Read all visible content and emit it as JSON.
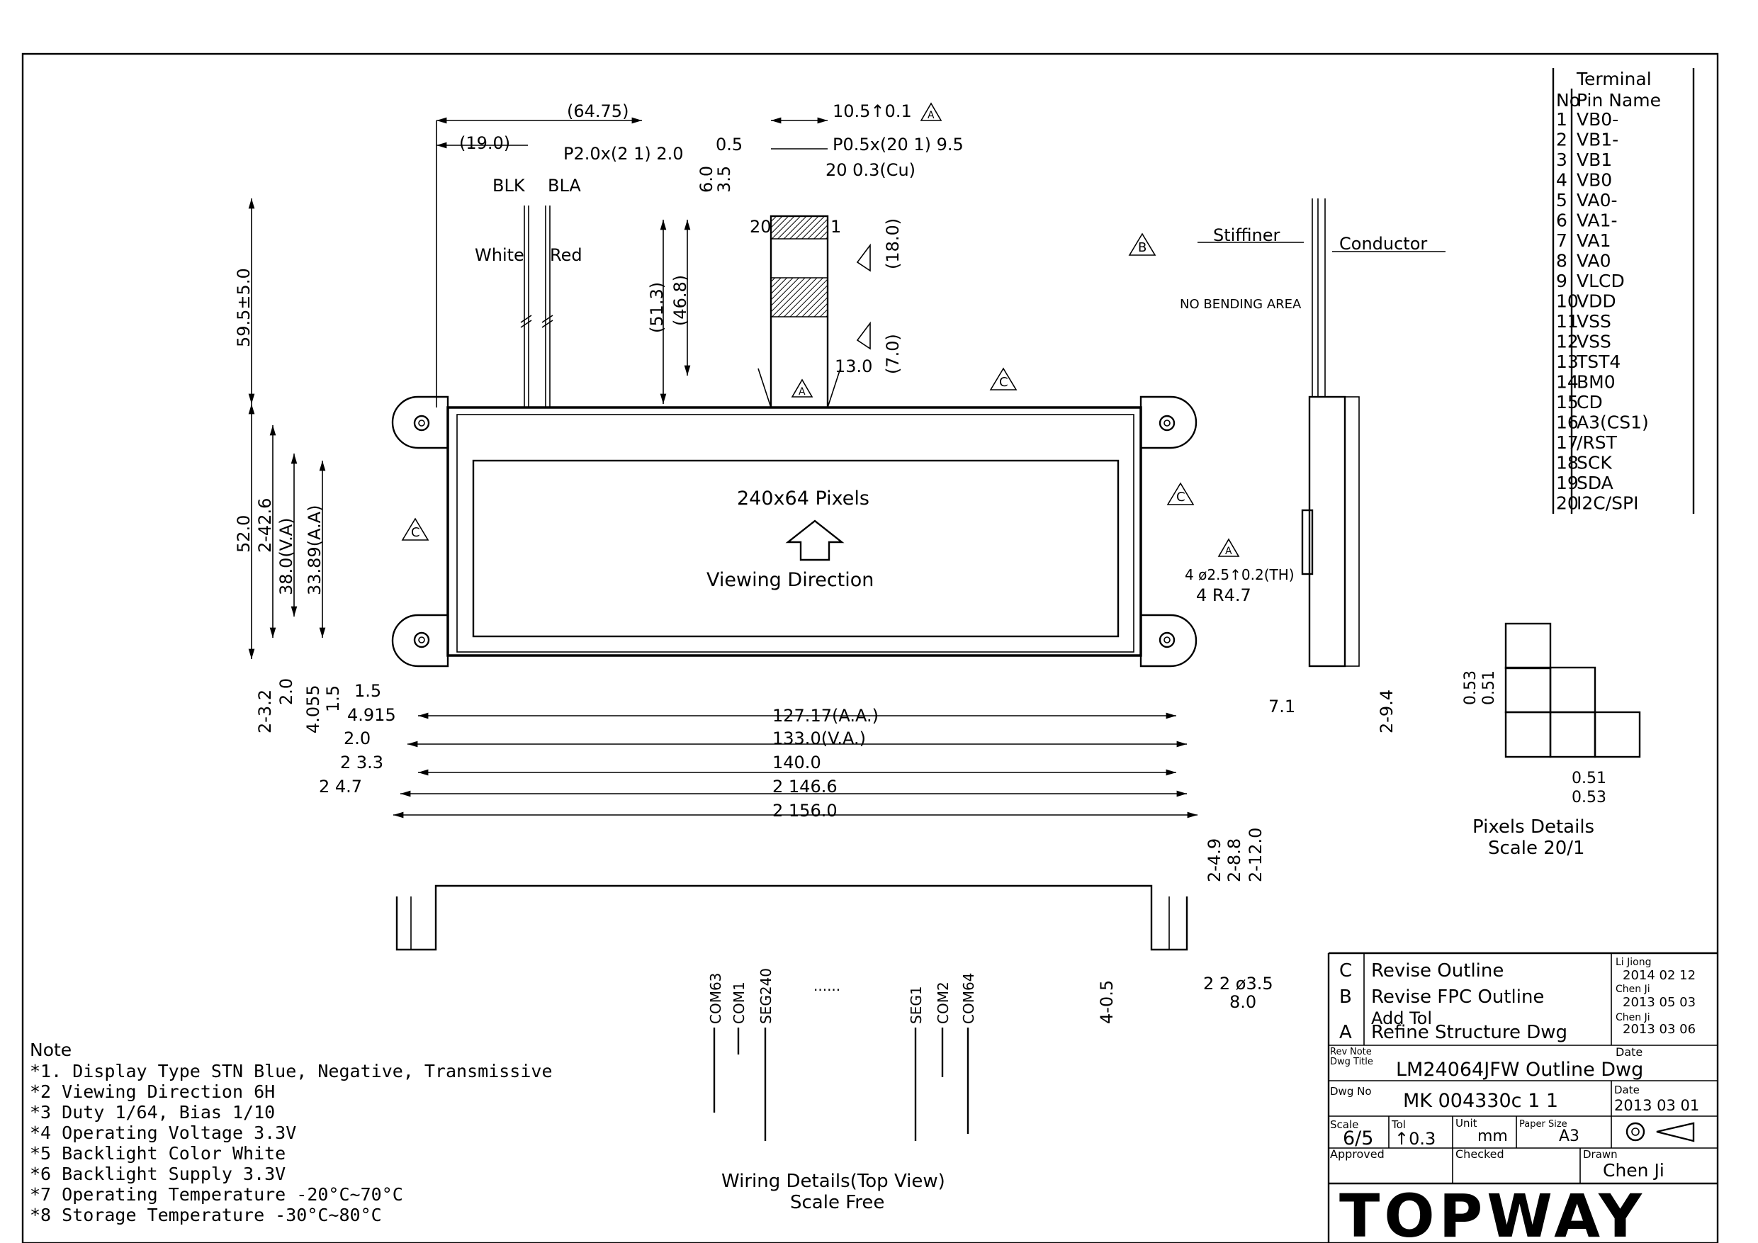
{
  "dims": {
    "top_overall": "(64.75)",
    "top_left": "(19.0)",
    "pitch_wire": "P2.0x(2 1) 2.0",
    "blk": "BLK",
    "bla": "BLA",
    "white": "White",
    "red": "Red",
    "fpc_tol": "10.5↑0.1",
    "fpc_05": "0.5",
    "fpc_pitch": "P0.5x(20 1) 9.5",
    "fpc_cu": "20 0.3(Cu)",
    "v60": "6.0",
    "v35": "3.5",
    "pin20": "20",
    "pin1": "1",
    "v180": "(18.0)",
    "v513": "(51.3)",
    "v468": "(46.8)",
    "v70": "(7.0)",
    "v130": "13.0",
    "v5955": "59.5±5.0",
    "v520": "52.0",
    "v2426": "2-42.6",
    "v380": "38.0(V.A)",
    "v3389": "33.89(A.A)",
    "v232": "2-3.2",
    "v20": "2.0",
    "v4055": "4.055",
    "v15a": "1.5",
    "h15": "1.5",
    "h4915": "4.915",
    "h20": "2.0",
    "h233": "2 3.3",
    "h247": "2 4.7",
    "pixels": "240x64 Pixels",
    "viewing": "Viewing Direction",
    "hole1": "4 ø2.5↑0.2(TH)",
    "hole2": "4 R4.7",
    "w12717": "127.17(A.A.)",
    "w1330": "133.0(V.A.)",
    "w1400": "140.0",
    "w1466": "2 146.6",
    "w1560": "2 156.0",
    "stiffiner": "Stiffiner",
    "conductor": "Conductor",
    "nobend": "NO BENDING AREA",
    "s71": "7.1",
    "s294": "2-9.4",
    "r249": "2-4.9",
    "r288": "2-8.8",
    "r2120": "2-12.0",
    "r405": "4-0.5",
    "r35": "2 2 ø3.5",
    "r80": "8.0"
  },
  "marks": {
    "c": "C",
    "b": "B",
    "a": "A"
  },
  "terminal": {
    "title": "Terminal",
    "no": "No",
    "pin_name": "Pin Name",
    "rows": [
      [
        "1",
        "VB0-"
      ],
      [
        "2",
        "VB1-"
      ],
      [
        "3",
        "VB1"
      ],
      [
        "4",
        "VB0"
      ],
      [
        "5",
        "VA0-"
      ],
      [
        "6",
        "VA1-"
      ],
      [
        "7",
        "VA1"
      ],
      [
        "8",
        "VA0"
      ],
      [
        "9",
        "VLCD"
      ],
      [
        "10",
        "VDD"
      ],
      [
        "11",
        "VSS"
      ],
      [
        "12",
        "VSS"
      ],
      [
        "13",
        "TST4"
      ],
      [
        "14",
        "BM0"
      ],
      [
        "15",
        "CD"
      ],
      [
        "16",
        "A3(CS1)"
      ],
      [
        "17",
        "/RST"
      ],
      [
        "18",
        "SCK"
      ],
      [
        "19",
        "SDA"
      ],
      [
        "20",
        "I2C/SPI"
      ]
    ]
  },
  "pixel_detail": {
    "d053v": "0.53",
    "d051v": "0.51",
    "d051h": "0.51",
    "d053h": "0.53",
    "title": "Pixels Details",
    "scale": "Scale 20/1"
  },
  "wiring": {
    "com63": "COM63",
    "com1": "COM1",
    "seg240": "SEG240",
    "dots": "......",
    "seg1": "SEG1",
    "com2": "COM2",
    "com64": "COM64",
    "title": "Wiring Details(Top View)",
    "scale": "Scale Free"
  },
  "notes": {
    "title": "Note",
    "items": [
      "*1. Display Type   STN Blue, Negative, Transmissive",
      "*2  Viewing Direction   6H",
      "*3  Duty   1/64, Bias   1/10",
      "*4  Operating Voltage   3.3V",
      "*5  Backlight Color   White",
      "*6  Backlight Supply   3.3V",
      "*7  Operating Temperature      -20°C~70°C",
      "*8  Storage Temperature      -30°C~80°C"
    ]
  },
  "title_block": {
    "rev_c": "C",
    "rev_c_note": "Revise Outline",
    "rev_c_name": "Li Jiong",
    "rev_c_date": "2014 02 12",
    "rev_b": "B",
    "rev_b_note": "Revise FPC Outline",
    "rev_b_name": "Chen Ji",
    "rev_b_date": "2013 05 03",
    "rev_a": "A",
    "rev_a_note1": "Add Tol",
    "rev_a_note2": "Refine Structure Dwg",
    "rev_a_name": "Chen Ji",
    "rev_a_date": "2013 03 06",
    "rev_label": "Rev",
    "note_label": "Note",
    "date_label": "Date",
    "dwg_title_label": "Dwg Title",
    "dwg_title": "LM24064JFW Outline Dwg",
    "dwg_no_label": "Dwg No",
    "dwg_no": "MK 004330c 1 1",
    "date2_label": "Date",
    "date2": "2013 03 01",
    "scale_label": "Scale",
    "scale": "6/5",
    "tol_label": "Tol",
    "tol": "↑0.3",
    "unit_label": "Unit",
    "unit": "mm",
    "paper_label": "Paper Size",
    "paper": "A3",
    "approved_label": "Approved",
    "checked_label": "Checked",
    "drawn_label": "Drawn",
    "drawn": "Chen Ji",
    "company": "TOPWAY"
  }
}
